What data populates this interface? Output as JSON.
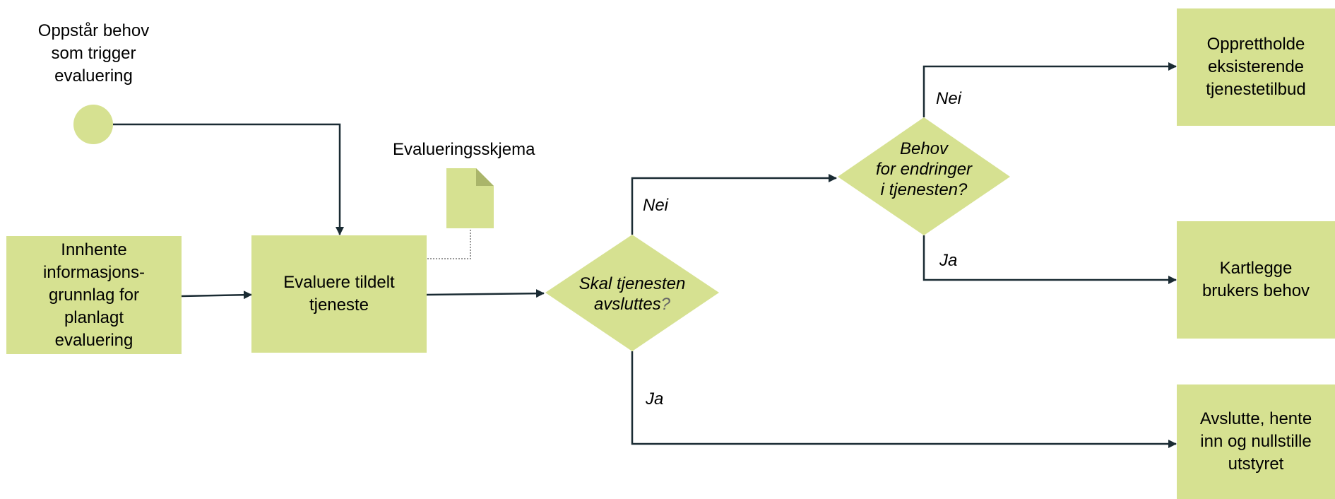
{
  "start_label": [
    "Oppstår behov",
    "som trigger",
    "evaluering"
  ],
  "document_label": "Evalueringsskjema",
  "box_innhente": [
    "Innhente",
    "informasjons-",
    "grunnlag for",
    "planlagt",
    "evaluering"
  ],
  "box_evaluere": [
    "Evaluere tildelt",
    "tjeneste"
  ],
  "decision_avsluttes": {
    "line1": "Skal tjenesten",
    "line2": "avsluttes",
    "mark": "?"
  },
  "decision_endringer": [
    "Behov",
    "for endringer",
    "i tjenesten?"
  ],
  "label_nei_1": "Nei",
  "label_ja_1": "Ja",
  "label_nei_2": "Nei",
  "label_ja_2": "Ja",
  "box_opprettholde": [
    "Opprettholde",
    "eksisterende",
    "tjenestetilbud"
  ],
  "box_kartlegge": [
    "Kartlegge",
    "brukers behov"
  ],
  "box_avslutte": [
    "Avslutte, hente",
    "inn og nullstille",
    "utstyret"
  ],
  "colors": {
    "shape_fill": "#d6e191",
    "doc_fold": "#aab56a",
    "line": "#1a2b33"
  }
}
